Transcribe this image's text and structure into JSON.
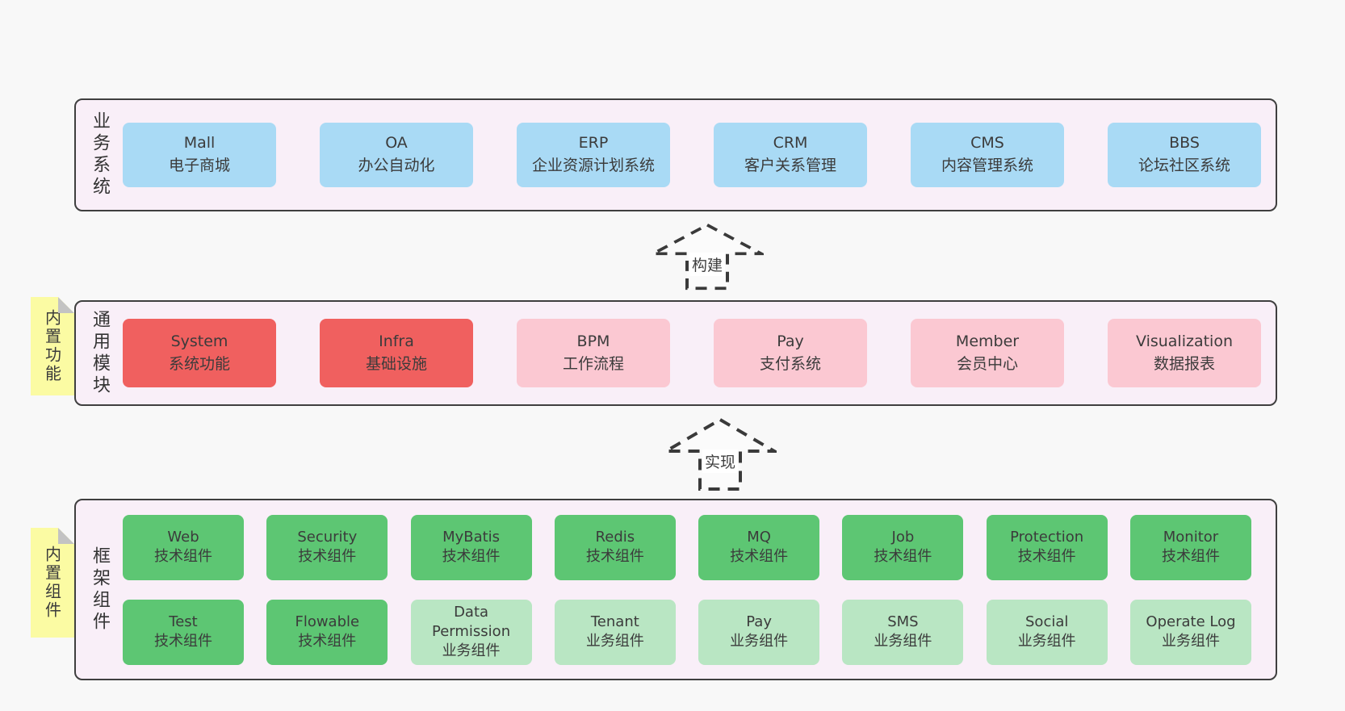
{
  "palette": {
    "page_bg": "#f8f8f8",
    "section_bg": "#f9eff8",
    "section_border": "#3f3f3f",
    "blue": "#a9daf5",
    "red": "#f0605f",
    "pink": "#fbc8d2",
    "green": "#5dc673",
    "green_light": "#b9e6c3",
    "sticky_yellow": "#fbfba3",
    "sticky_fold_gray": "#c3c3c3",
    "text": "#3b3b3b"
  },
  "arrows": {
    "build": "构建",
    "implement": "实现"
  },
  "sections": {
    "business": {
      "label": "业务系统",
      "boxes": [
        {
          "name": "Mall",
          "desc": "电子商城",
          "color": "blue"
        },
        {
          "name": "OA",
          "desc": "办公自动化",
          "color": "blue"
        },
        {
          "name": "ERP",
          "desc": "企业资源计划系统",
          "color": "blue"
        },
        {
          "name": "CRM",
          "desc": "客户关系管理",
          "color": "blue"
        },
        {
          "name": "CMS",
          "desc": "内容管理系统",
          "color": "blue"
        },
        {
          "name": "BBS",
          "desc": "论坛社区系统",
          "color": "blue"
        }
      ]
    },
    "modules": {
      "label": "通用模块",
      "note": "内置功能",
      "boxes": [
        {
          "name": "System",
          "desc": "系统功能",
          "color": "red"
        },
        {
          "name": "Infra",
          "desc": "基础设施",
          "color": "red"
        },
        {
          "name": "BPM",
          "desc": "工作流程",
          "color": "pink"
        },
        {
          "name": "Pay",
          "desc": "支付系统",
          "color": "pink"
        },
        {
          "name": "Member",
          "desc": "会员中心",
          "color": "pink"
        },
        {
          "name": "Visualization",
          "desc": "数据报表",
          "color": "pink"
        }
      ]
    },
    "framework": {
      "label": "框架组件",
      "note": "内置组件",
      "row1": [
        {
          "name": "Web",
          "desc": "技术组件",
          "color": "green"
        },
        {
          "name": "Security",
          "desc": "技术组件",
          "color": "green"
        },
        {
          "name": "MyBatis",
          "desc": "技术组件",
          "color": "green"
        },
        {
          "name": "Redis",
          "desc": "技术组件",
          "color": "green"
        },
        {
          "name": "MQ",
          "desc": "技术组件",
          "color": "green"
        },
        {
          "name": "Job",
          "desc": "技术组件",
          "color": "green"
        },
        {
          "name": "Protection",
          "desc": "技术组件",
          "color": "green"
        },
        {
          "name": "Monitor",
          "desc": "技术组件",
          "color": "green"
        }
      ],
      "row2": [
        {
          "name": "Test",
          "desc": "技术组件",
          "color": "green"
        },
        {
          "name": "Flowable",
          "desc": "技术组件",
          "color": "green"
        },
        {
          "name": "Data Permission",
          "desc": "业务组件",
          "color": "green_light"
        },
        {
          "name": "Tenant",
          "desc": "业务组件",
          "color": "green_light"
        },
        {
          "name": "Pay",
          "desc": "业务组件",
          "color": "green_light"
        },
        {
          "name": "SMS",
          "desc": "业务组件",
          "color": "green_light"
        },
        {
          "name": "Social",
          "desc": "业务组件",
          "color": "green_light"
        },
        {
          "name": "Operate Log",
          "desc": "业务组件",
          "color": "green_light"
        }
      ]
    }
  }
}
